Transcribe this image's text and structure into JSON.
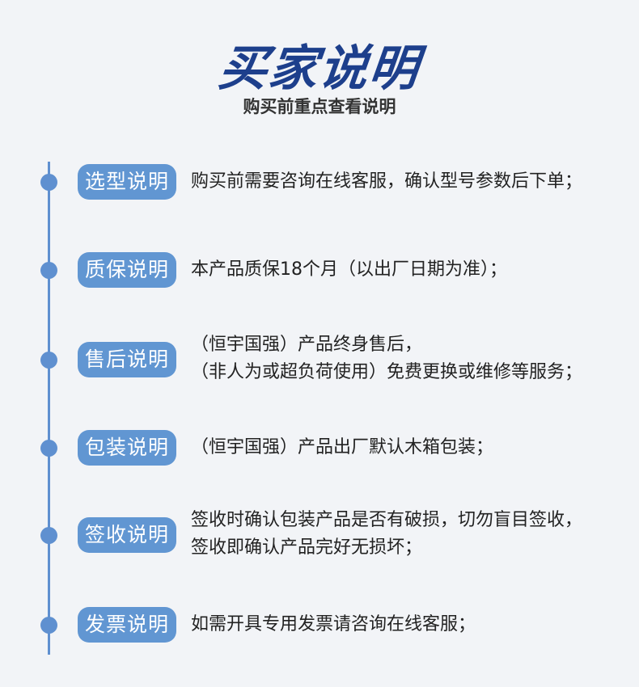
{
  "header": {
    "title": "买家说明",
    "subtitle": "购买前重点查看说明"
  },
  "colors": {
    "accent": "#5f90d0",
    "title": "#1d3f8c",
    "badge_text": "#ffffff"
  },
  "items": [
    {
      "badge": "选型说明",
      "lines": [
        "购买前需要咨询在线客服，确认型号参数后下单；"
      ]
    },
    {
      "badge": "质保说明",
      "lines": [
        "本产品质保18个月（以出厂日期为准）；"
      ]
    },
    {
      "badge": "售后说明",
      "lines": [
        "（恒宇国强）产品终身售后，",
        "（非人为或超负荷使用）免费更换或维修等服务；"
      ]
    },
    {
      "badge": "包装说明",
      "lines": [
        "（恒宇国强）产品出厂默认木箱包装；"
      ]
    },
    {
      "badge": "签收说明",
      "lines": [
        "签收时确认包装产品是否有破损，切勿盲目签收，",
        "签收即确认产品完好无损坏；"
      ]
    },
    {
      "badge": "发票说明",
      "lines": [
        "如需开具专用发票请咨询在线客服；"
      ]
    }
  ]
}
